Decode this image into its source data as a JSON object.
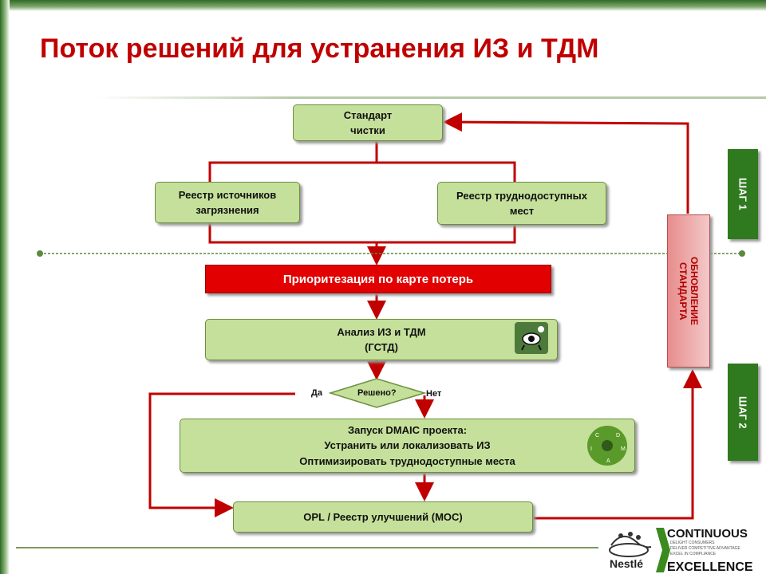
{
  "title": "Поток решений для устранения ИЗ и ТДМ",
  "nodes": {
    "standard": "Стандарт\nчистки",
    "sources_registry": "Реестр источников\nзагрязнения",
    "hard_access_registry": "Реестр труднодоступных\nмест",
    "prioritization": "Приоритезация по карте потерь",
    "analysis": "Анализ ИЗ и ТДМ\n(ГСТД)",
    "decision": "Решено?",
    "dmaic": "Запуск DMAIC проекта:\nУстранить или локализовать ИЗ\nОптимизировать труднодоступные места",
    "opl": "OPL / Реестр улучшений (МОС)",
    "standard_update": "ОБНОВЛЕНИЕ\nСТАНДАРТА"
  },
  "labels": {
    "yes": "Да",
    "no": "Нет"
  },
  "steps": {
    "step1": "ШАГ 1",
    "step2": "ШАГ 2"
  },
  "logo": {
    "brand": "Nestlé",
    "program_top": "CONTINUOUS",
    "program_bottom": "EXCELLENCE",
    "tagline": "DELIGHT CONSUMERS\nDELIVER COMPETITIVE ADVANTAGE\nEXCEL IN COMPLIANCE"
  },
  "dmaic_letters": [
    "D",
    "M",
    "A",
    "I",
    "C"
  ],
  "colors": {
    "title": "#c00000",
    "box_fill": "#c5e09a",
    "arrow": "#c00000",
    "red_box": "#e20000",
    "step_tab": "#2f7a1e",
    "update_box": "#e88c8c"
  }
}
